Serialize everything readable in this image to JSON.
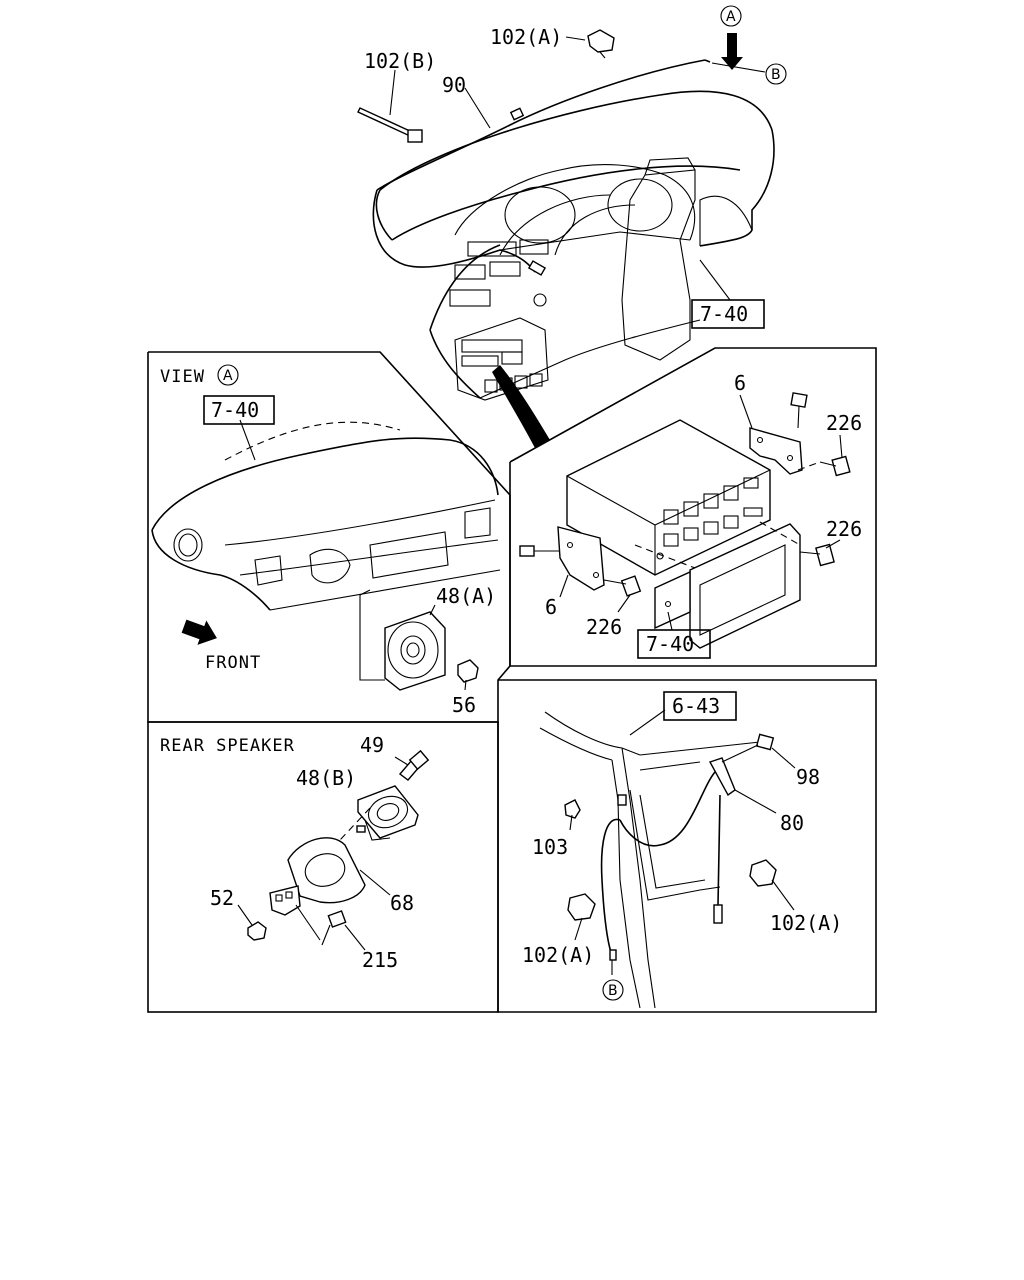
{
  "diagram": {
    "callouts": {
      "c_102A_top": "102(A)",
      "c_102B": "102(B)",
      "c_90": "90",
      "c_740_top": "7-40",
      "c_6_upper": "6",
      "c_226_a": "226",
      "c_226_b": "226",
      "c_6_lower": "6",
      "c_226_c": "226",
      "c_740_radio": "7-40",
      "c_740_view": "7-40",
      "c_48A": "48(A)",
      "c_56": "56",
      "c_front": "FRONT",
      "c_49": "49",
      "c_48B": "48(B)",
      "c_52": "52",
      "c_68": "68",
      "c_215": "215",
      "c_643": "6-43",
      "c_98": "98",
      "c_80": "80",
      "c_103": "103",
      "c_102A_right": "102(A)",
      "c_102A_left": "102(A)"
    },
    "markers": {
      "A_top": "A",
      "B_top": "B",
      "A_view": "A",
      "B_bottom": "B"
    },
    "panels": {
      "view_title": "VIEW",
      "rear_speaker_title": "REAR SPEAKER"
    }
  }
}
